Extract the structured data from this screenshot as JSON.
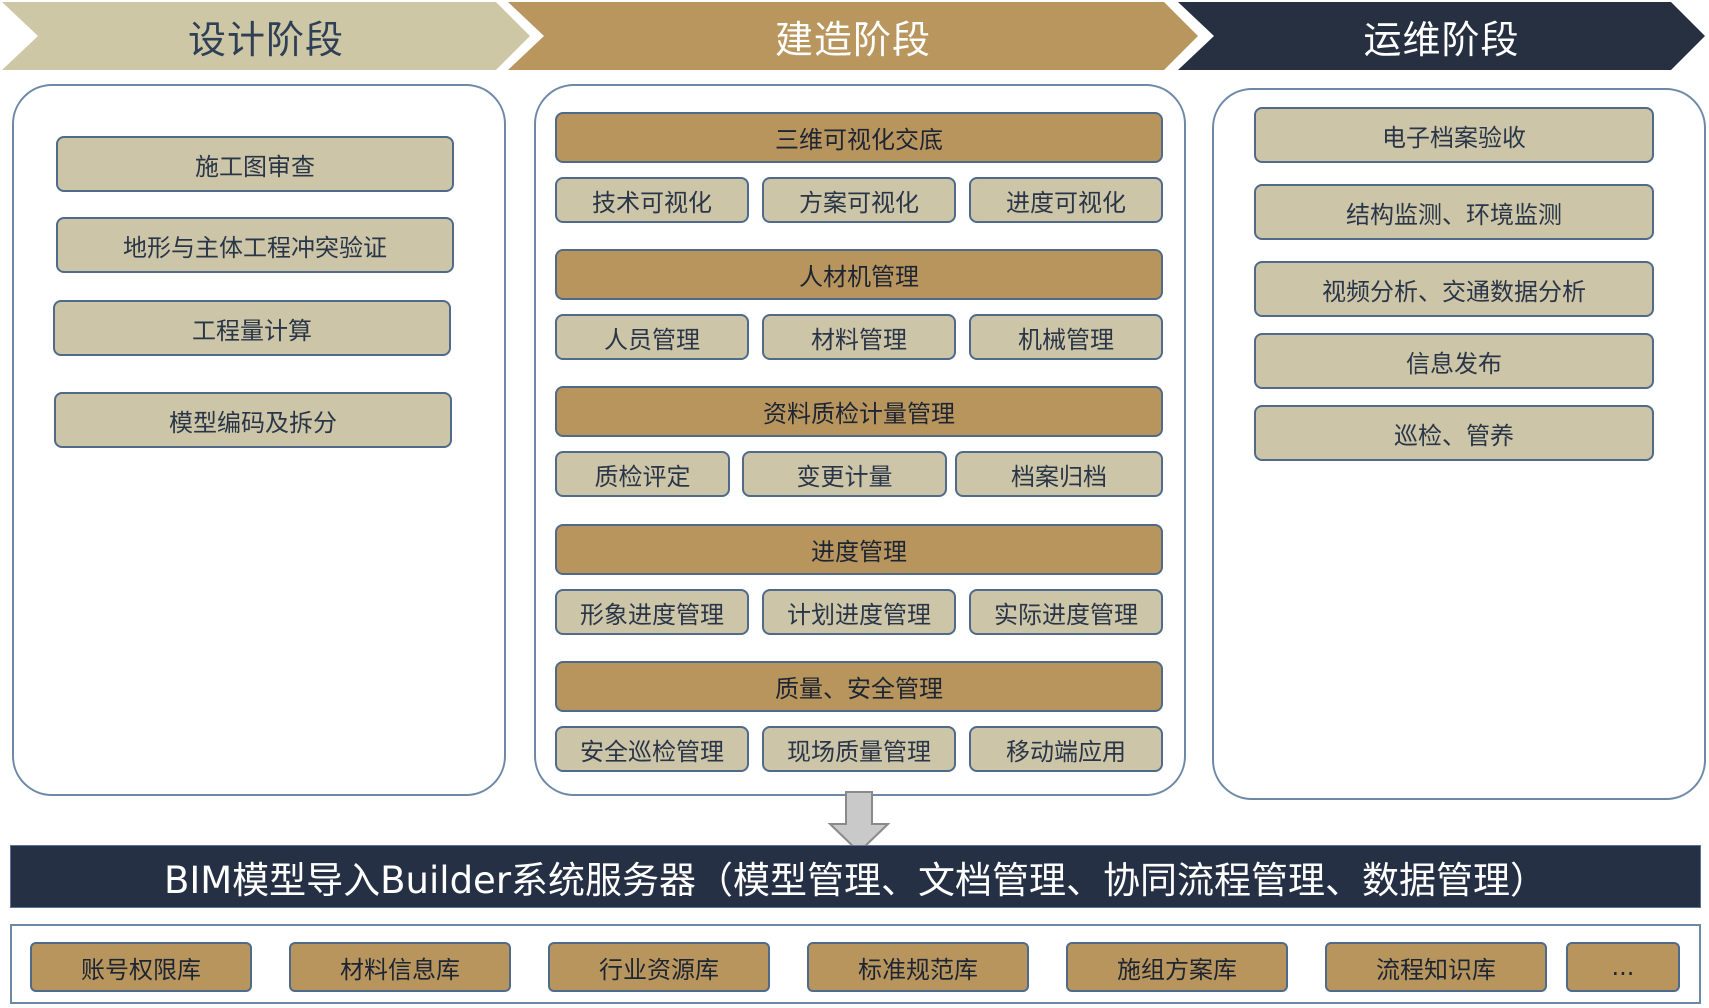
{
  "phases": {
    "design": "设计阶段",
    "build": "建造阶段",
    "om": "运维阶段"
  },
  "design_items": [
    "施工图审查",
    "地形与主体工程冲突验证",
    "工程量计算",
    "模型编码及拆分"
  ],
  "build_groups": [
    {
      "title": "三维可视化交底",
      "items": [
        "技术可视化",
        "方案可视化",
        "进度可视化"
      ]
    },
    {
      "title": "人材机管理",
      "items": [
        "人员管理",
        "材料管理",
        "机械管理"
      ]
    },
    {
      "title": "资料质检计量管理",
      "items": [
        "质检评定",
        "变更计量",
        "档案归档"
      ]
    },
    {
      "title": "进度管理",
      "items": [
        "形象进度管理",
        "计划进度管理",
        "实际进度管理"
      ]
    },
    {
      "title": "质量、安全管理",
      "items": [
        "安全巡检管理",
        "现场质量管理",
        "移动端应用"
      ]
    }
  ],
  "om_items": [
    "电子档案验收",
    "结构监测、环境监测",
    "视频分析、交通数据分析",
    "信息发布",
    "巡检、管养"
  ],
  "banner": "BIM模型导入Builder系统服务器（模型管理、文档管理、协同流程管理、数据管理）",
  "libraries": [
    "账号权限库",
    "材料信息库",
    "行业资源库",
    "标准规范库",
    "施组方案库",
    "流程知识库",
    "..."
  ],
  "colors": {
    "design_phase": "#cdc7a6",
    "build_phase": "#b8965d",
    "om_phase": "#263041",
    "beige_box": "#ccc5a7",
    "gold_box": "#b9955e",
    "border_blue": "#4f6a8a"
  }
}
